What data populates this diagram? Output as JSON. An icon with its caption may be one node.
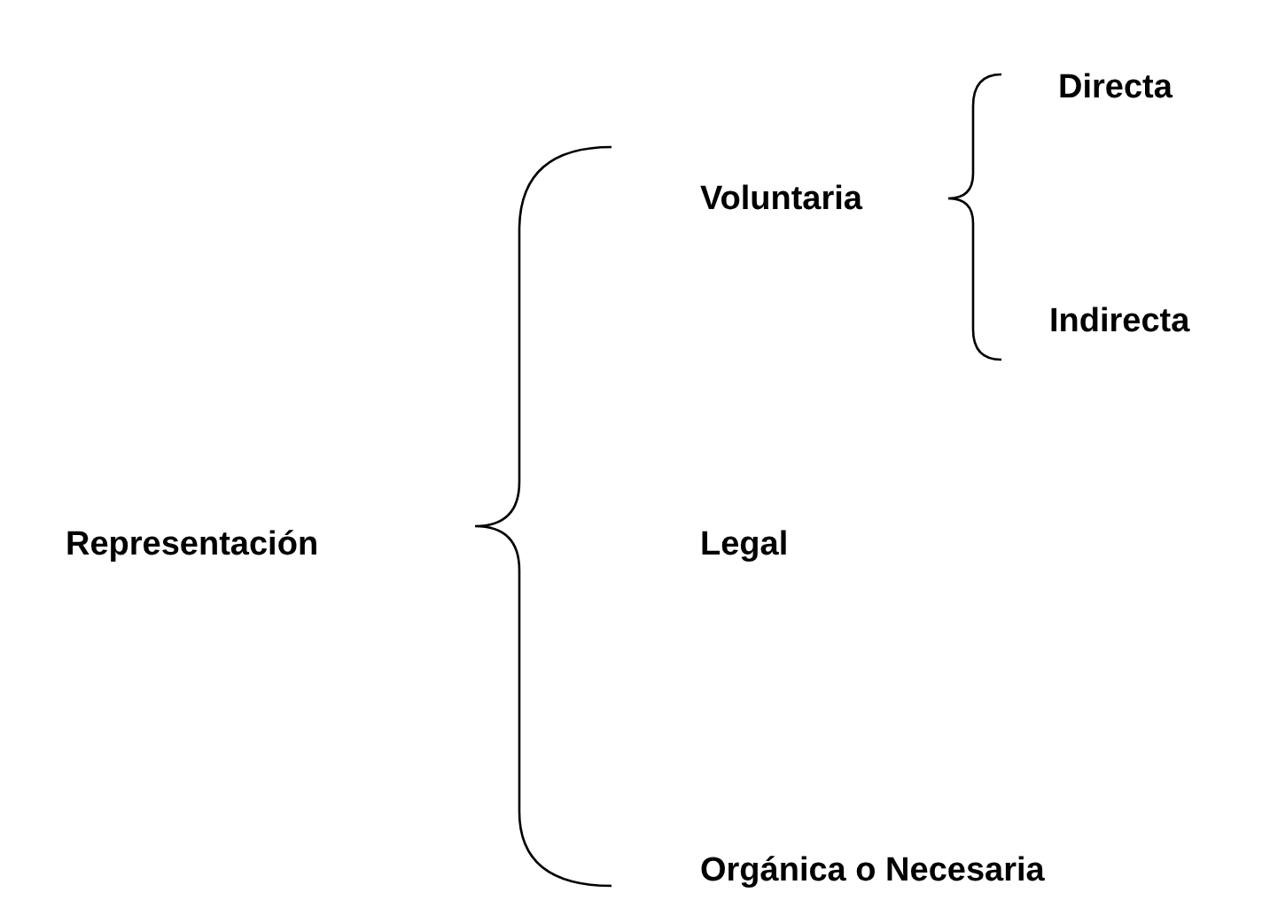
{
  "diagram": {
    "labels": [
      "Directa",
      "Voluntaria",
      "Indirecta",
      "Representación",
      "Legal",
      "Orgánica o Necesaria"
    ]
  }
}
